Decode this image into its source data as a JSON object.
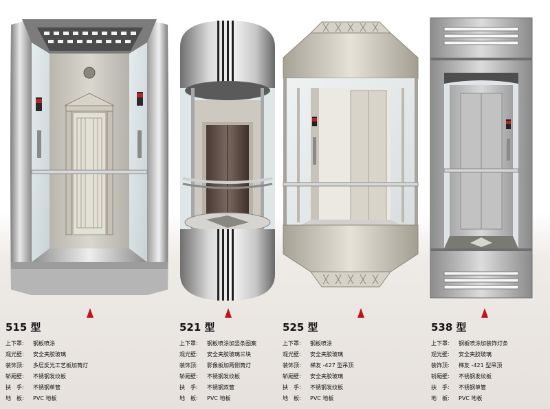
{
  "products": [
    {
      "model": "515 型",
      "specs": [
        {
          "label": "上下罩:",
          "value": "钢板喷涂"
        },
        {
          "label": "观光壁:",
          "value": "安全夹胶玻璃"
        },
        {
          "label": "装饰顶:",
          "value": "多层反光工艺板加筒灯"
        },
        {
          "label": "轿厢壁:",
          "value": "不锈钢发纹板"
        },
        {
          "label": "扶　手:",
          "value": "不锈钢单管"
        },
        {
          "label": "地　板:",
          "value": "PVC 地板"
        }
      ]
    },
    {
      "model": "521 型",
      "specs": [
        {
          "label": "上下罩:",
          "value": "钢板喷涂加竖条图案"
        },
        {
          "label": "观光壁:",
          "value": "安全夹胶玻璃三块"
        },
        {
          "label": "装饰顶:",
          "value": "影像板加两侧筒灯"
        },
        {
          "label": "轿厢壁:",
          "value": "不锈钢发纹板"
        },
        {
          "label": "扶　手:",
          "value": "不锈钢双管"
        },
        {
          "label": "地　板:",
          "value": "PVC 地板"
        }
      ]
    },
    {
      "model": "525 型",
      "specs": [
        {
          "label": "上下罩:",
          "value": "钢板喷涂"
        },
        {
          "label": "观光壁:",
          "value": "安全夹胶玻璃"
        },
        {
          "label": "装饰顶:",
          "value": "梯友 -427 型吊顶"
        },
        {
          "label": "轿厢壁:",
          "value": "安全夹胶玻璃"
        },
        {
          "label": "扶　手:",
          "value": "不锈钢发纹板"
        },
        {
          "label": "地　板:",
          "value": "PVC 地板"
        }
      ]
    },
    {
      "model": "538 型",
      "specs": [
        {
          "label": "上下罩:",
          "value": "钢板喷涂加装饰灯条"
        },
        {
          "label": "观光壁:",
          "value": "安全夹胶玻璃"
        },
        {
          "label": "装饰顶:",
          "value": "梯友 -421 型吊顶"
        },
        {
          "label": "轿厢壁:",
          "value": "不锈钢发纹板"
        },
        {
          "label": "扶　手:",
          "value": "不锈钢单管"
        },
        {
          "label": "地　板:",
          "value": "PVC 地板"
        }
      ]
    }
  ],
  "colors": {
    "steel": "#b9b9b9",
    "arrow": "#c0121a",
    "marble": "#d8d6d3"
  }
}
